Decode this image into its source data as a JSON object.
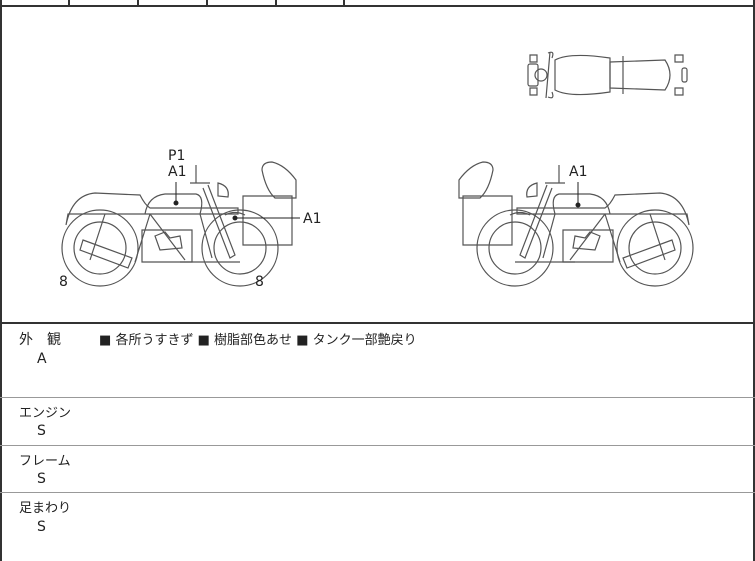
{
  "diagram": {
    "left_view_labels": {
      "top1": "P1",
      "top2": "A1",
      "side": "A1",
      "rear_tire": "8",
      "front_tire": "8"
    },
    "right_view_labels": {
      "top": "A1"
    }
  },
  "sections": [
    {
      "title": "外　観",
      "grade": "A",
      "notes": [
        "各所うすきず",
        "樹脂部色あせ",
        "タンク一部艶戻り"
      ],
      "bullet": "■"
    },
    {
      "title": "エンジン",
      "grade": "S"
    },
    {
      "title": "フレーム",
      "grade": "S"
    },
    {
      "title": "足まわり",
      "grade": "S"
    }
  ]
}
